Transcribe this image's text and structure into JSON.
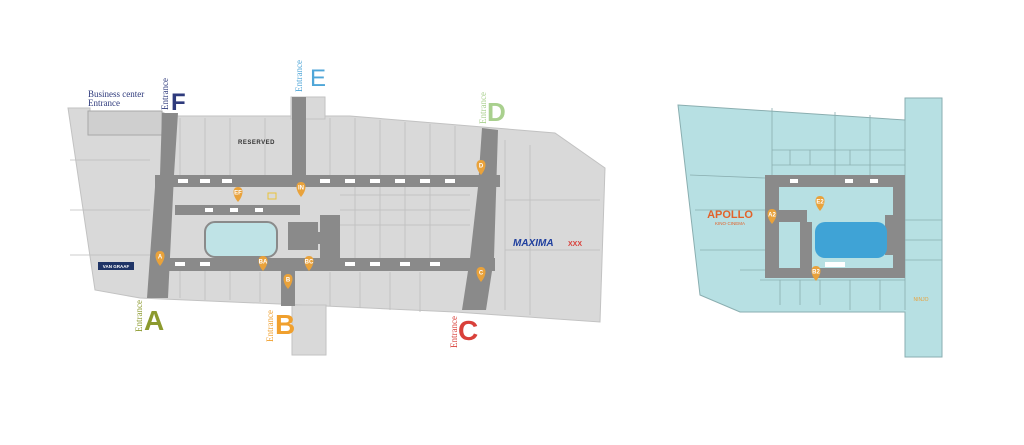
{
  "entrances": {
    "A": {
      "letter": "A",
      "label": "Entrance",
      "color": "#8c9a2e"
    },
    "B": {
      "letter": "B",
      "label": "Entrance",
      "color": "#f0a02e"
    },
    "C": {
      "letter": "C",
      "label": "Entrance",
      "color": "#d9403a"
    },
    "D": {
      "letter": "D",
      "label": "Entrance",
      "color": "#a9d08e"
    },
    "E": {
      "letter": "E",
      "label": "Entrance",
      "color": "#4fa6d8"
    },
    "F": {
      "letter": "F",
      "label": "Entrance",
      "color": "#2e3a7c"
    }
  },
  "business_center": {
    "line1": "Business center",
    "line2": "Entrance"
  },
  "labels": {
    "reserved": "RESERVED",
    "maxima": "MAXIMA",
    "maxima_sub": "XXX",
    "van_graaf": "VAN GRAAF",
    "apollo": "APOLLO",
    "apollo_sub": "KINO·CINEMA",
    "small_shop": "NINJO"
  },
  "pins": {
    "A": "A",
    "BA": "BA",
    "B": "B",
    "BC": "BC",
    "C": "C",
    "D": "D",
    "EF": "EF",
    "IN": "IN",
    "A2": "A2",
    "E2": "E2",
    "B2": "B2"
  },
  "colors": {
    "floor": "#d9d9d9",
    "corridor": "#8a8a8a",
    "pool": "#bfe3e6",
    "pin": "#e9a23b",
    "upper_floor": "#b7e0e3",
    "upper_pool": "#3fa3d6",
    "outline": "#9a9a9a"
  }
}
